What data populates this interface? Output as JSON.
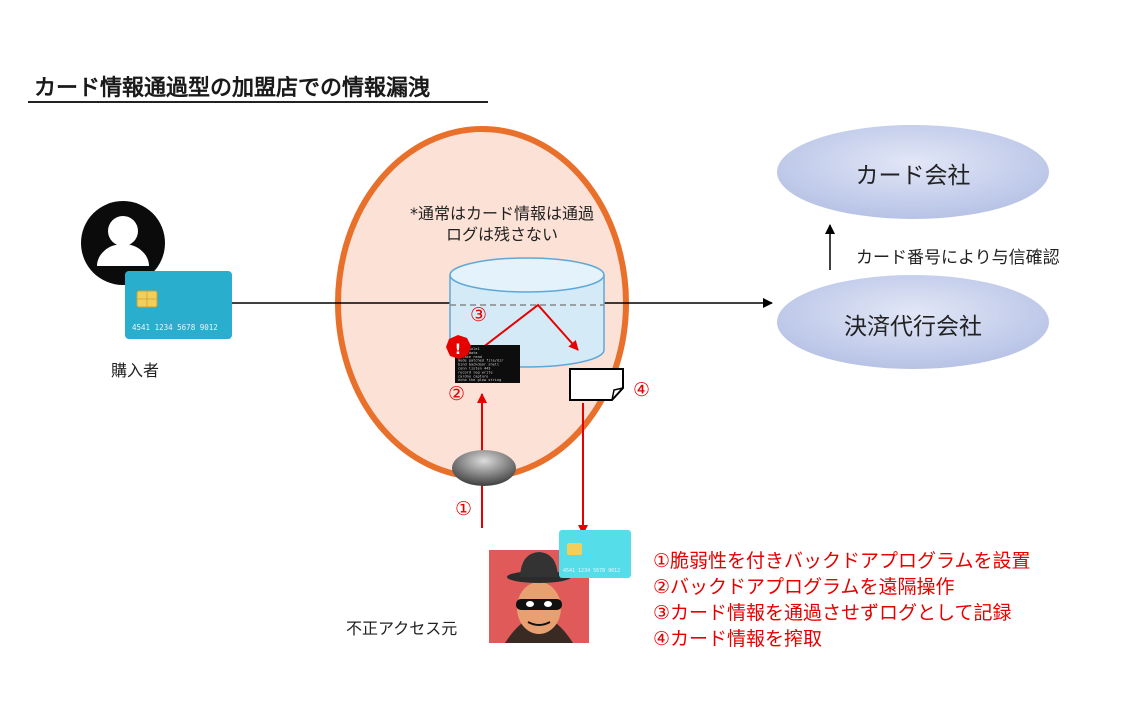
{
  "title": "カード情報通過型の加盟店での情報漏洩",
  "buyer": {
    "label": "購入者",
    "card_number": "4541  1234  5678  9012"
  },
  "shop": {
    "note_line1": "*通常はカード情報は通過",
    "note_line2": "ログは残さない"
  },
  "card_company": {
    "label": "カード会社"
  },
  "payment_agent": {
    "label": "決済代行会社"
  },
  "auth_label": "カード番号により与信確認",
  "attacker": {
    "label": "不正アクセス元",
    "card_number": "4541  1234  5678  9012"
  },
  "step_marks": {
    "s1": "①",
    "s2": "②",
    "s3": "③",
    "s4": "④"
  },
  "warning_mark": "!",
  "terminal_lines": [
    "# console1",
    "load data",
    "ptrace read",
    "mode patched file/dir",
    "bind backdoor shell",
    "conn listen 443",
    "record log write",
    "cardno capture",
    "echo the glow string"
  ],
  "steps": [
    "①脆弱性を付きバックドアプログラムを設置",
    "②バックドアプログラムを遠隔操作",
    "③カード情報を通過させずログとして記録",
    "④カード情報を搾取"
  ],
  "colors": {
    "circle_fill": "#fbe1d6",
    "circle_stroke": "#e8702a",
    "ellipse_fill": "#c3ccea",
    "card_fill": "#2aaecd",
    "arrow_red": "#e60000",
    "db_fill": "#d4eaf7"
  },
  "icons": [
    "user-avatar-icon",
    "credit-card-icon",
    "database-icon",
    "document-icon",
    "warning-icon",
    "terminal-window",
    "hacker-icon"
  ]
}
